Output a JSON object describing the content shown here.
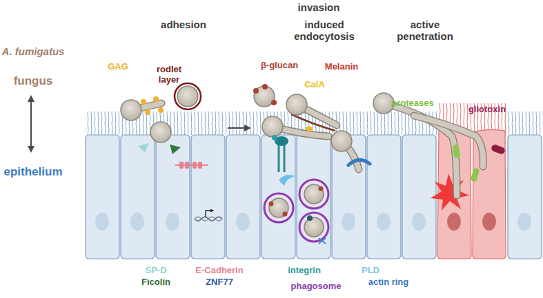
{
  "diagram": {
    "labels": [
      "invasion",
      "adhesion",
      "induced endocytosis",
      "active penetration",
      "A. fumigatus",
      "β-glucan",
      "GAG",
      "Melanin",
      "rodlet layer",
      "fungus",
      "CalA",
      "proteases",
      "gliotoxin",
      "epithelium",
      "SP-D",
      "E-Cadherin",
      "integrin",
      "PLD",
      "Ficolin",
      "ZNF77",
      "actin ring",
      "phagosome"
    ]
  }
}
